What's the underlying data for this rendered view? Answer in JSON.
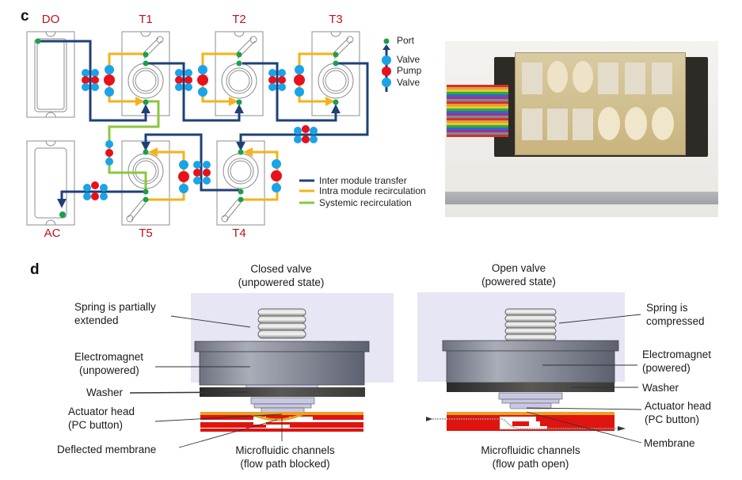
{
  "panel_c": {
    "letter": "c",
    "modules": {
      "DO": "DO",
      "T1": "T1",
      "T2": "T2",
      "T3": "T3",
      "AC": "AC",
      "T5": "T5",
      "T4": "T4"
    },
    "symbol_key": {
      "port": "Port",
      "valve_top": "Valve",
      "pump": "Pump",
      "valve_bottom": "Valve"
    },
    "line_legend": [
      {
        "label": "Inter module transfer",
        "color": "#1f4077"
      },
      {
        "label": "Intra module recirculation",
        "color": "#f5b21a"
      },
      {
        "label": "Systemic recirculation",
        "color": "#8cc63f"
      }
    ],
    "colors": {
      "port": "#1aa04a",
      "valve": "#1aa3e8",
      "pump": "#e8101c",
      "module_outline": "#8a8a8a",
      "module_label": "#c0111b"
    }
  },
  "panel_d": {
    "letter": "d",
    "closed": {
      "title": "Closed valve",
      "subtitle": "(unpowered state)",
      "labels": {
        "spring_1": "Spring is partially",
        "spring_2": "extended",
        "magnet_1": "Electromagnet",
        "magnet_2": "(unpowered)",
        "washer": "Washer",
        "actuator_1": "Actuator head",
        "actuator_2": "(PC button)",
        "membrane": "Deflected membrane",
        "channels_1": "Microfluidic channels",
        "channels_2": "(flow path blocked)"
      }
    },
    "open": {
      "title": "Open valve",
      "subtitle": "(powered state)",
      "labels": {
        "spring_1": "Spring is",
        "spring_2": "compressed",
        "magnet_1": "Electromagnet",
        "magnet_2": "(powered)",
        "washer": "Washer",
        "actuator_1": "Actuator head",
        "actuator_2": "(PC button)",
        "membrane": "Membrane",
        "channels_1": "Microfluidic channels",
        "channels_2": "(flow path open)"
      }
    }
  }
}
